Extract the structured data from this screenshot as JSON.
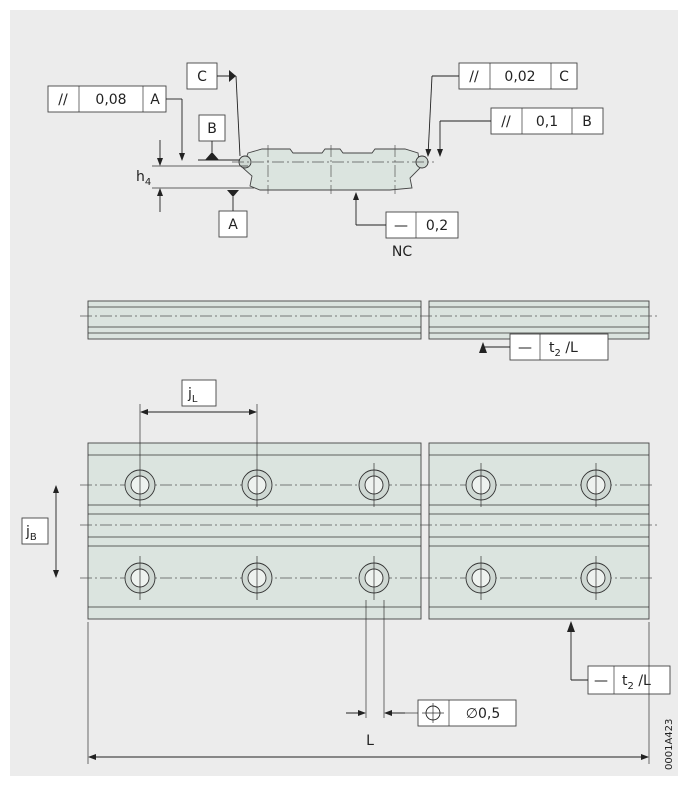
{
  "colors": {
    "background": "#ececec",
    "rail_fill": "#dbe4df",
    "line": "#222222"
  },
  "frames": {
    "par_008_a": {
      "sym": "//",
      "val": "0,08",
      "ref": "A"
    },
    "par_002_c": {
      "sym": "//",
      "val": "0,02",
      "ref": "C"
    },
    "par_01_b": {
      "sym": "//",
      "val": "0,1",
      "ref": "B"
    },
    "straight_02": {
      "sym": "—",
      "val": "0,2"
    },
    "straight_t2_mid": {
      "sym": "—",
      "val_main": "t",
      "val_sub": "2",
      "val_tail": " /L"
    },
    "straight_t2_bot": {
      "sym": "—",
      "val_main": "t",
      "val_sub": "2",
      "val_tail": " /L"
    },
    "position": {
      "sym": "⌖",
      "val": "∅0,5"
    }
  },
  "datums": {
    "c": "C",
    "b": "B",
    "a": "A"
  },
  "labels": {
    "h4_main": "h",
    "h4_sub": "4",
    "nc": "NC",
    "jl_main": "j",
    "jl_sub": "L",
    "jb_main": "j",
    "jb_sub": "B",
    "length": "L",
    "drawing_id": "0001A423"
  }
}
